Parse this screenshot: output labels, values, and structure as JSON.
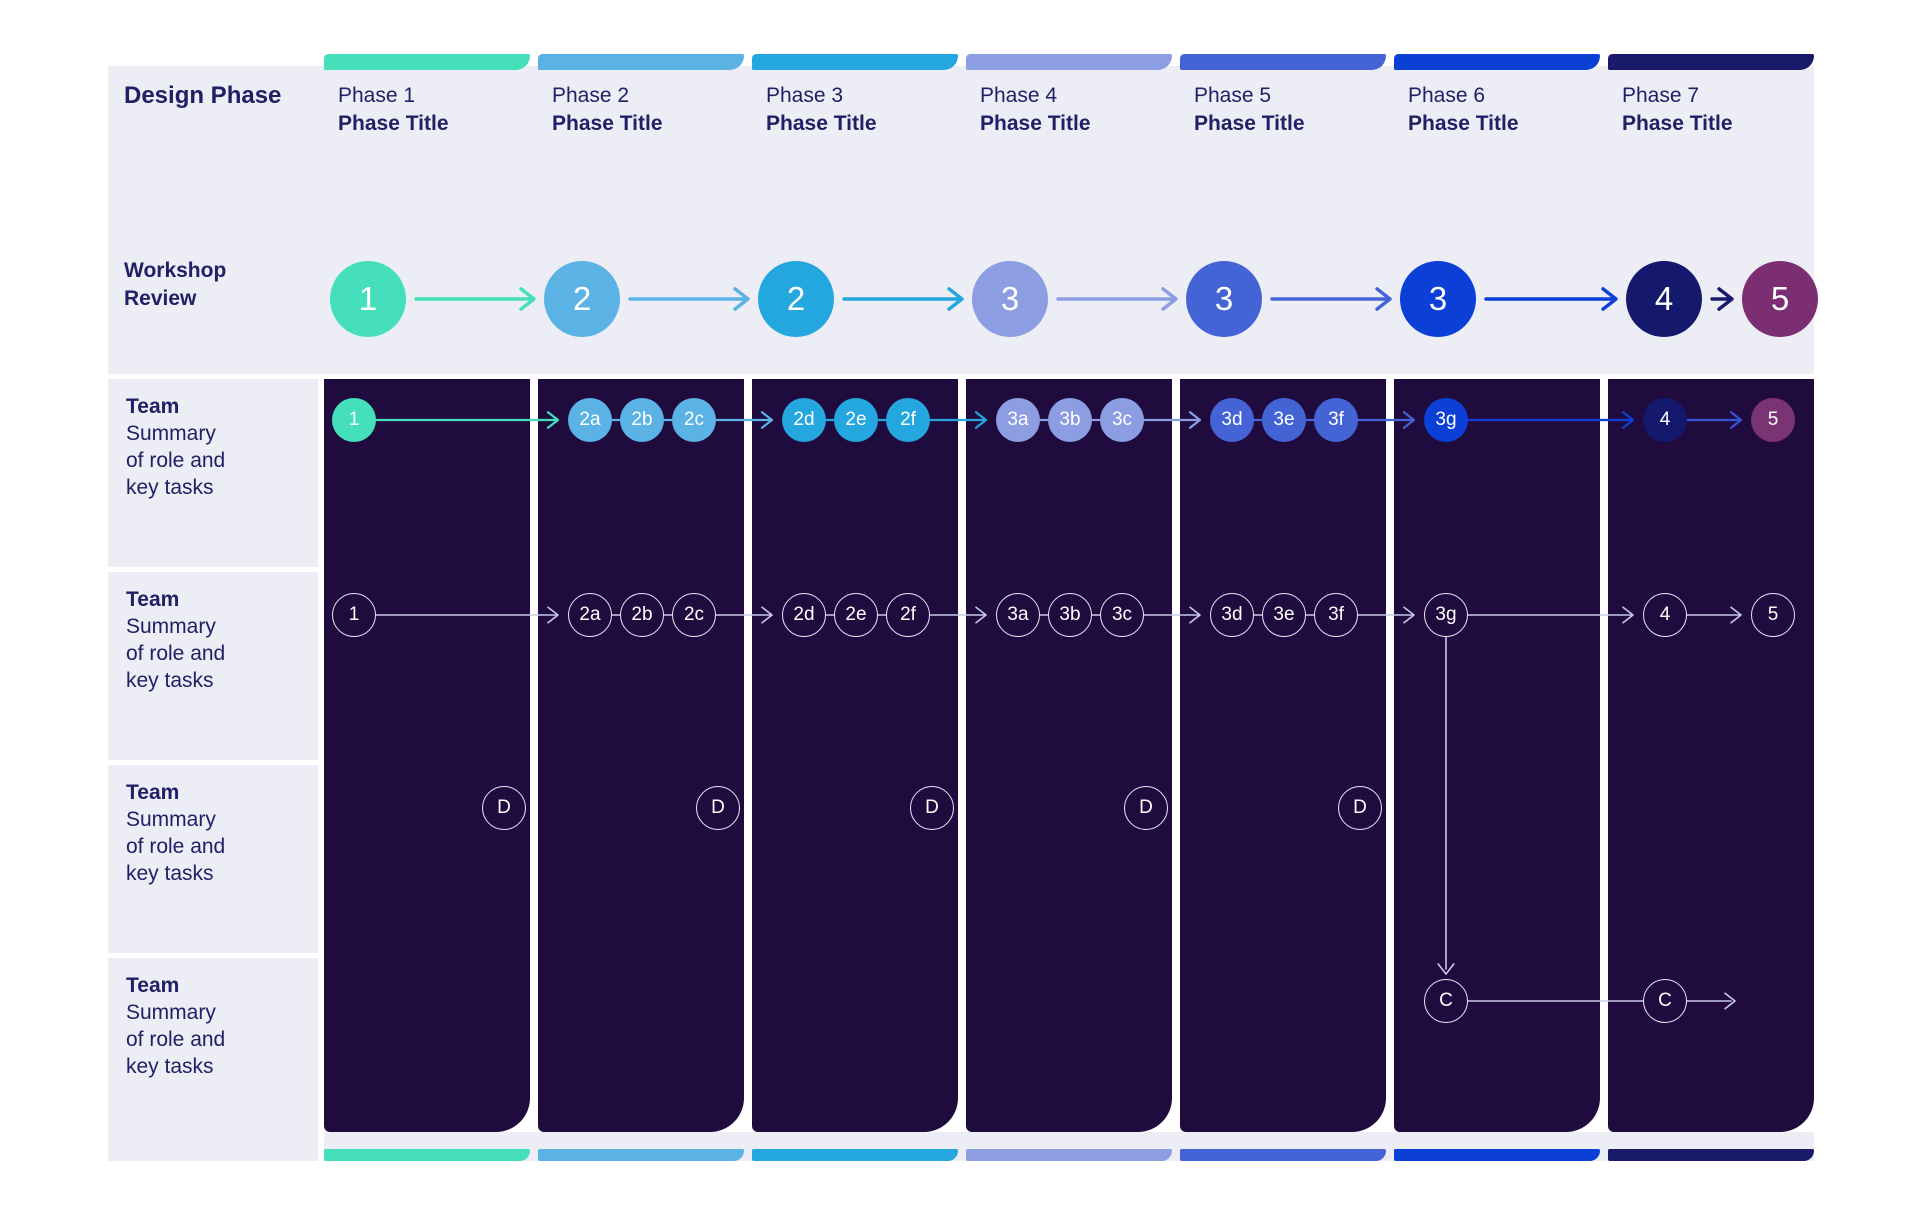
{
  "palette": {
    "page_bg": "#FFFFFF",
    "content_bg": "#EDEEF5",
    "panel_bg": "#1F0B3D",
    "text_navy": "#1F2066",
    "outline_stroke": "#C9CAE9",
    "outline_circle_border": "#E9E9F7",
    "circle_text": "#FFFFFF"
  },
  "header": {
    "design_phase_label": "Design Phase",
    "workshop_review_label": [
      "Workshop",
      "Review"
    ]
  },
  "phases": [
    {
      "name": "Phase 1",
      "title": "Phase Title",
      "color": "#45DFBB"
    },
    {
      "name": "Phase 2",
      "title": "Phase Title",
      "color": "#5BB2E4"
    },
    {
      "name": "Phase 3",
      "title": "Phase Title",
      "color": "#24A6DF"
    },
    {
      "name": "Phase 4",
      "title": "Phase Title",
      "color": "#8C9DE2"
    },
    {
      "name": "Phase 5",
      "title": "Phase Title",
      "color": "#4464D6"
    },
    {
      "name": "Phase 6",
      "title": "Phase Title",
      "color": "#0B3FD6"
    },
    {
      "name": "Phase 7",
      "title": "Phase Title",
      "color": "#1A1A6B"
    }
  ],
  "workshop_review": {
    "circles": [
      {
        "label": "1",
        "color": "#45DFBB"
      },
      {
        "label": "2",
        "color": "#5BB2E4"
      },
      {
        "label": "2",
        "color": "#24A6DF"
      },
      {
        "label": "3",
        "color": "#8C9DE2"
      },
      {
        "label": "3",
        "color": "#4464D6"
      },
      {
        "label": "3",
        "color": "#0B3FD6"
      },
      {
        "label": "4",
        "color": "#14196E"
      },
      {
        "label": "5",
        "color": "#7B2F72"
      }
    ],
    "arrow_colors": [
      "#45DFBB",
      "#5BB2E4",
      "#24A6DF",
      "#8C9DE2",
      "#4464D6",
      "#0B3FD6",
      "#1A1A6B"
    ]
  },
  "team_rows": [
    {
      "title": "Team",
      "description_lines": [
        "Summary",
        "of role and",
        "key tasks"
      ]
    },
    {
      "title": "Team",
      "description_lines": [
        "Summary",
        "of role and",
        "key tasks"
      ]
    },
    {
      "title": "Team",
      "description_lines": [
        "Summary",
        "of role and",
        "key tasks"
      ]
    },
    {
      "title": "Team",
      "description_lines": [
        "Summary",
        "of role and",
        "key tasks"
      ]
    }
  ],
  "task_nodes": [
    {
      "label": "1",
      "phase": 0,
      "slot": 5,
      "fill": "#45DFBB",
      "in_color": null,
      "chevron": false
    },
    {
      "label": "2a",
      "phase": 1,
      "slot": 0,
      "fill": "#5BB2E4",
      "in_color": "#45DFBB",
      "chevron": true
    },
    {
      "label": "2b",
      "phase": 1,
      "slot": 1,
      "fill": "#5BB2E4",
      "in_color": "#5BB2E4",
      "chevron": false
    },
    {
      "label": "2c",
      "phase": 1,
      "slot": 2,
      "fill": "#5BB2E4",
      "in_color": "#5BB2E4",
      "chevron": false
    },
    {
      "label": "2d",
      "phase": 2,
      "slot": 0,
      "fill": "#24A6DF",
      "in_color": "#5BB2E4",
      "chevron": true
    },
    {
      "label": "2e",
      "phase": 2,
      "slot": 1,
      "fill": "#24A6DF",
      "in_color": "#24A6DF",
      "chevron": false
    },
    {
      "label": "2f",
      "phase": 2,
      "slot": 2,
      "fill": "#24A6DF",
      "in_color": "#24A6DF",
      "chevron": false
    },
    {
      "label": "3a",
      "phase": 3,
      "slot": 0,
      "fill": "#8C9DE2",
      "in_color": "#24A6DF",
      "chevron": true
    },
    {
      "label": "3b",
      "phase": 3,
      "slot": 1,
      "fill": "#8C9DE2",
      "in_color": "#8C9DE2",
      "chevron": false
    },
    {
      "label": "3c",
      "phase": 3,
      "slot": 2,
      "fill": "#8C9DE2",
      "in_color": "#8C9DE2",
      "chevron": false
    },
    {
      "label": "3d",
      "phase": 4,
      "slot": 0,
      "fill": "#4464D6",
      "in_color": "#8C9DE2",
      "chevron": true
    },
    {
      "label": "3e",
      "phase": 4,
      "slot": 1,
      "fill": "#4464D6",
      "in_color": "#4464D6",
      "chevron": false
    },
    {
      "label": "3f",
      "phase": 4,
      "slot": 2,
      "fill": "#4464D6",
      "in_color": "#4464D6",
      "chevron": false
    },
    {
      "label": "3g",
      "phase": 5,
      "slot": 0,
      "fill": "#0B3FD6",
      "in_color": "#4464D6",
      "chevron": true
    },
    {
      "label": "4",
      "phase": 6,
      "slot": 3,
      "fill": "#14196E",
      "in_color": "#0B3FD6",
      "chevron": true
    },
    {
      "label": "5",
      "phase": 6,
      "slot": 4,
      "fill": "#7B3473",
      "in_color": "#3553D2",
      "chevron": true
    }
  ],
  "deliverable_markers": {
    "label": "D",
    "phases": [
      0,
      1,
      2,
      3,
      4
    ]
  },
  "handoff_markers": {
    "label": "C",
    "nodes": [
      {
        "phase": 5,
        "slot": 0
      },
      {
        "phase": 6,
        "slot": 3
      }
    ]
  }
}
